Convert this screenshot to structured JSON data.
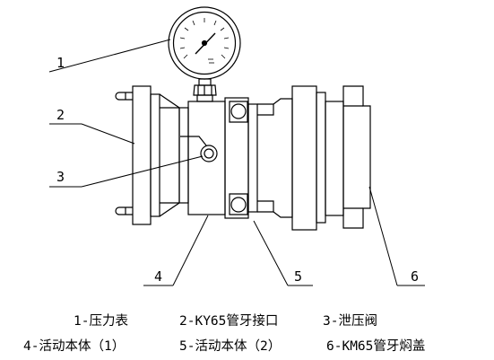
{
  "callouts": [
    "1",
    "2",
    "3",
    "4",
    "5",
    "6"
  ],
  "legend": {
    "row1": [
      "1-压力表",
      "2-KY65管牙接口",
      "3-泄压阀"
    ],
    "row2": [
      "4-活动本体（1）",
      "5-活动本体（2）",
      "6-KM65管牙焖盖"
    ]
  },
  "colors": {
    "line": "#000000",
    "background": "#ffffff"
  }
}
